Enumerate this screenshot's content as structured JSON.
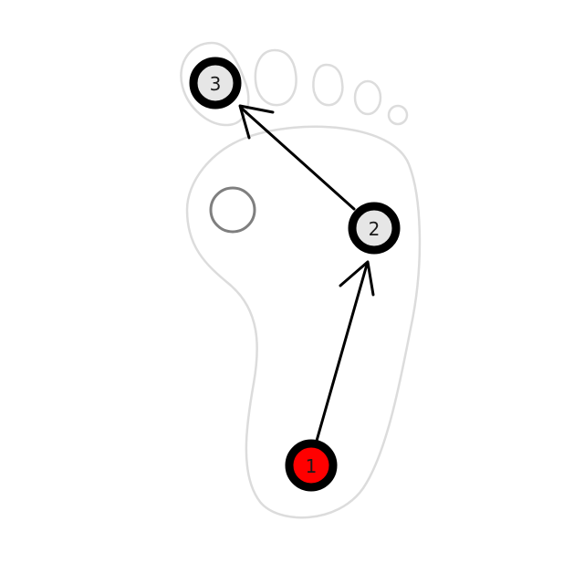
{
  "steps": [
    {
      "label": "1",
      "fill": "#ff0000",
      "status": "current"
    },
    {
      "label": "2",
      "fill": "#e6e6e6",
      "status": "pending"
    },
    {
      "label": "3",
      "fill": "#e6e6e6",
      "status": "pending"
    }
  ],
  "colors": {
    "outline": "#dcdcdc",
    "marker": "#7f7f7f",
    "arrow": "#000000",
    "current_step": "#ff0000",
    "pending_step": "#e6e6e6"
  }
}
